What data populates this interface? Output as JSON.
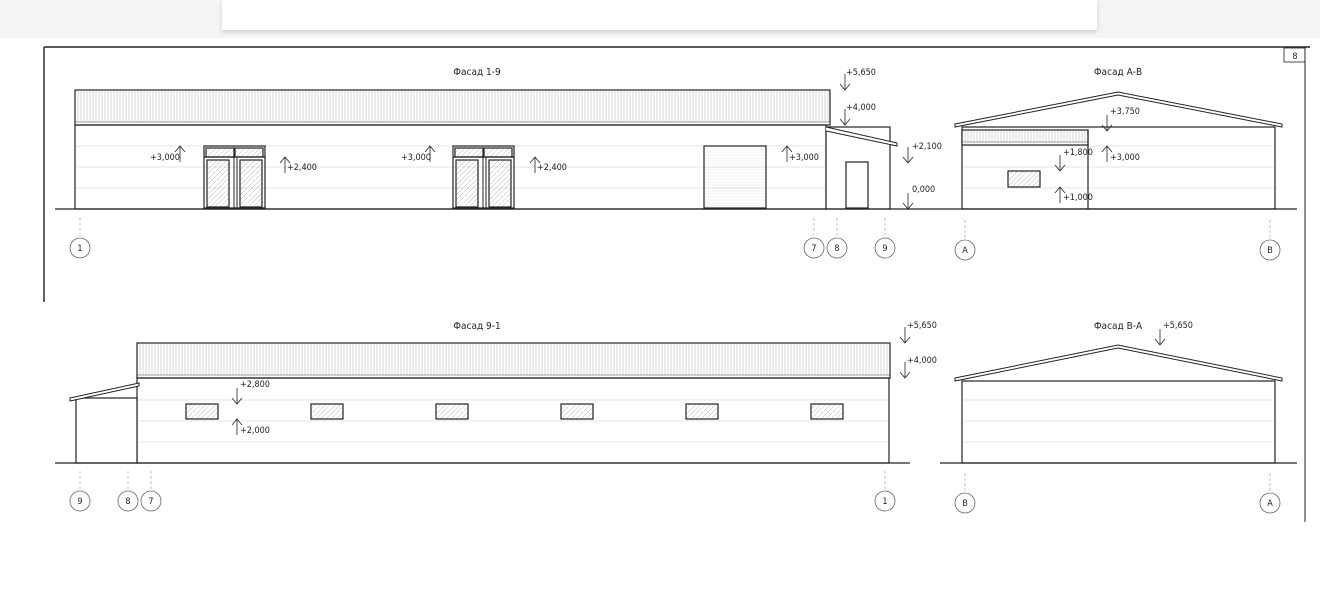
{
  "sheet": {
    "page_number": "8"
  },
  "facades": [
    {
      "title": "Фасад 1-9",
      "elevations": [
        "+5,650",
        "+4,000",
        "+3,000",
        "+2,400",
        "+3,000",
        "+2,400",
        "+3,000",
        "+2,100",
        "0,000"
      ],
      "axes": [
        "1",
        "7",
        "8",
        "9"
      ]
    },
    {
      "title": "Фасад А-В",
      "elevations": [
        "+3,750",
        "+1,800",
        "+3,000",
        "+1,000"
      ],
      "axes": [
        "А",
        "В"
      ]
    },
    {
      "title": "Фасад 9-1",
      "elevations": [
        "+5,650",
        "+4,000",
        "+2,800",
        "+2,000"
      ],
      "axes": [
        "9",
        "8",
        "7",
        "1"
      ]
    },
    {
      "title": "Фасад В-А",
      "elevations": [
        "+5,650"
      ],
      "axes": [
        "В",
        "А"
      ]
    }
  ]
}
